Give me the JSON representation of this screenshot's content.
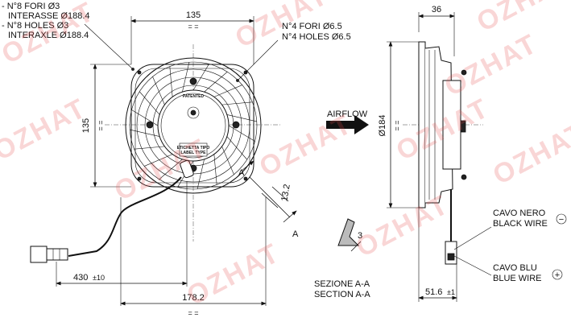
{
  "notes": {
    "fori_it": "- N°8 FORI Ø3",
    "interasse_it": "INTERASSE Ø188.4",
    "holes_en": "- N°8 HOLES Ø3",
    "interaxle_en": "INTERAXLE Ø188.4",
    "fori4_it": "N°4 FORI Ø6.5",
    "holes4_en": "N°4 HOLES Ø6.5"
  },
  "dimensions": {
    "top_width": "135",
    "left_height": "135",
    "bottom_width": "178.2",
    "cable_length": "430",
    "cable_tol": "±10",
    "side_depth": "36",
    "diameter": "Ø184",
    "bottom_depth": "51.6",
    "bottom_depth_tol": "±1",
    "offset": "13.2",
    "section_thk": "3",
    "equal_mark": "= =",
    "equal_mark_v": "="
  },
  "labels": {
    "airflow": "AIRFLOW",
    "patented": "PATENTED",
    "sticker_it": "ETICHETTA TIPO",
    "sticker_en": "LABEL TYPE",
    "section_marker_a": "A",
    "section_marker_aa": "A",
    "section_it": "SEZIONE A-A",
    "section_en": "SECTION A-A",
    "black_wire_it": "CAVO NERO",
    "black_wire_en": "BLACK WIRE",
    "black_sign": "−",
    "blue_wire_it": "CAVO BLU",
    "blue_wire_en": "BLUE WIRE",
    "blue_sign": "+"
  },
  "watermark": "OZHAT",
  "colors": {
    "watermark": "#e84a4a",
    "ink": "#111111",
    "background": "#ffffff"
  }
}
